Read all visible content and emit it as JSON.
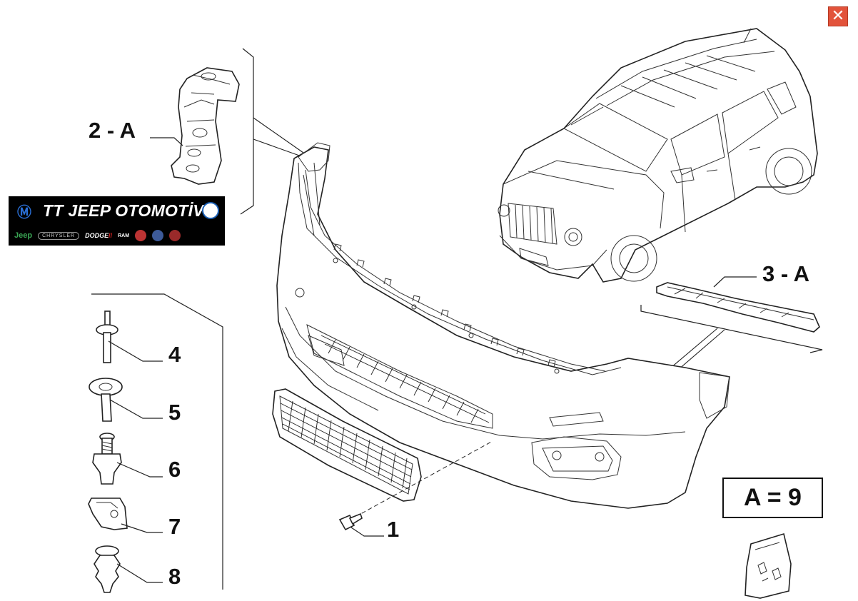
{
  "close_icon": "close-icon",
  "callouts": {
    "c1": "1",
    "c2": "2 - A",
    "c3": "3 - A",
    "c4": "4",
    "c5": "5",
    "c6": "6",
    "c7": "7",
    "c8": "8"
  },
  "reference_box": "A = 9",
  "banner": {
    "title": "JEEP OTOMOTİV",
    "logo_mark": "TT",
    "brands": [
      "Jeep",
      "CHRYSLER",
      "DODGE",
      "RAM"
    ],
    "colors": {
      "background": "#000000",
      "mopar": "#2a6fd6",
      "jeep": "#3aa655",
      "dodge_accent": "#dd2222"
    }
  },
  "colors": {
    "close_button": "#e2533b",
    "line_art": "#222222"
  }
}
